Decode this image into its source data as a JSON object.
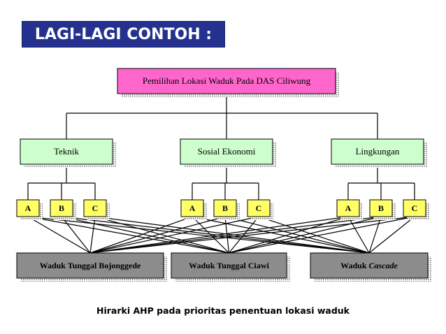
{
  "slide_title": "LAGI-LAGI CONTOH :",
  "caption": "Hirarki AHP pada prioritas penentuan lokasi waduk",
  "goal": {
    "label": "Pemilihan Lokasi Waduk Pada DAS Ciliwung"
  },
  "criteria": [
    {
      "label": "Teknik",
      "subcriteria": [
        "A",
        "B",
        "C"
      ]
    },
    {
      "label": "Sosial Ekonomi",
      "subcriteria": [
        "A",
        "B",
        "C"
      ]
    },
    {
      "label": "Lingkungan",
      "subcriteria": [
        "A",
        "B",
        "C"
      ]
    }
  ],
  "alternatives": [
    {
      "prefix": "Waduk Tunggal Bojonggede",
      "suffix": ""
    },
    {
      "prefix": "Waduk Tunggal Ciawi",
      "suffix": ""
    },
    {
      "prefix": "Waduk ",
      "suffix": "Cascade"
    }
  ],
  "colors": {
    "title_bg": "#24318f",
    "goal_fill": "#ff66cc",
    "criteria_fill": "#ccffcc",
    "sub_fill": "#ffff66",
    "alt_fill": "#8c8c8c",
    "shadow": "#9a9a9a"
  }
}
